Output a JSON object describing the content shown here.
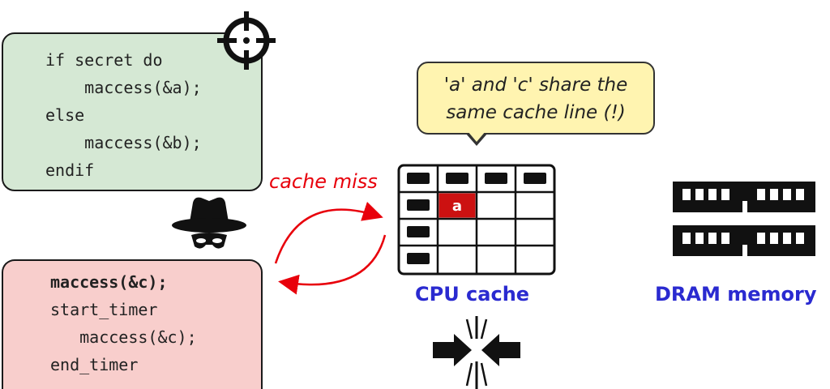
{
  "victim_code": {
    "line1": "if secret do",
    "line2": "    maccess(&a);",
    "line3": "else",
    "line4": "    maccess(&b);",
    "line5": "endif"
  },
  "attacker_code": {
    "line1": "maccess(&c);",
    "line2": "start_timer",
    "line3": "   maccess(&c);",
    "line4": "end_timer"
  },
  "bubble": {
    "line1": "'a' and 'c' share the",
    "line2": "same cache line (!)"
  },
  "cache_miss_label": "cache miss",
  "cache_cell_label": "a",
  "cpu_cache_label": "CPU cache",
  "dram_label": "DRAM memory",
  "colors": {
    "victim_bg": "#d5e8d4",
    "attacker_bg": "#f8cecc",
    "bubble_bg": "#fff4b0",
    "accent_red": "#e8000b",
    "label_blue": "#2a2ad0",
    "cache_cell_red": "#cc1111"
  },
  "icons": [
    "crosshair-icon",
    "spy-icon",
    "curved-arrow-right",
    "curved-arrow-left",
    "collision-icon",
    "ram-module-icon"
  ]
}
